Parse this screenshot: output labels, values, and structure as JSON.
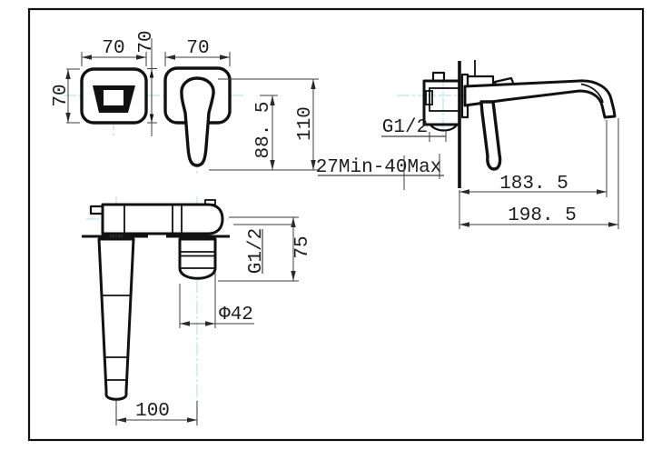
{
  "drawing": {
    "type": "technical-drawing-faucet-wall-mounted-basin-mixer",
    "colors": {
      "object_line": "#111111",
      "dimension_line": "#3d3d3d",
      "centerline": "#b5e7ef",
      "background": "#ffffff"
    },
    "views": {
      "front": {
        "dims": {
          "plate_width_left": "70",
          "plate_width_right": "70",
          "plate_height": "70",
          "plate_gap_height": "70",
          "handle_drop": "88. 5",
          "total_height": "110"
        }
      },
      "side": {
        "thread_note": "G1/2",
        "wall_range": "27Min-40Max",
        "dims": {
          "spout_reach": "183. 5",
          "total_reach": "198. 5"
        }
      },
      "plan": {
        "thread_note": "G1/2",
        "dims": {
          "body_depth": "75",
          "valve_diameter": "Φ42",
          "center_distance": "100"
        }
      }
    }
  }
}
